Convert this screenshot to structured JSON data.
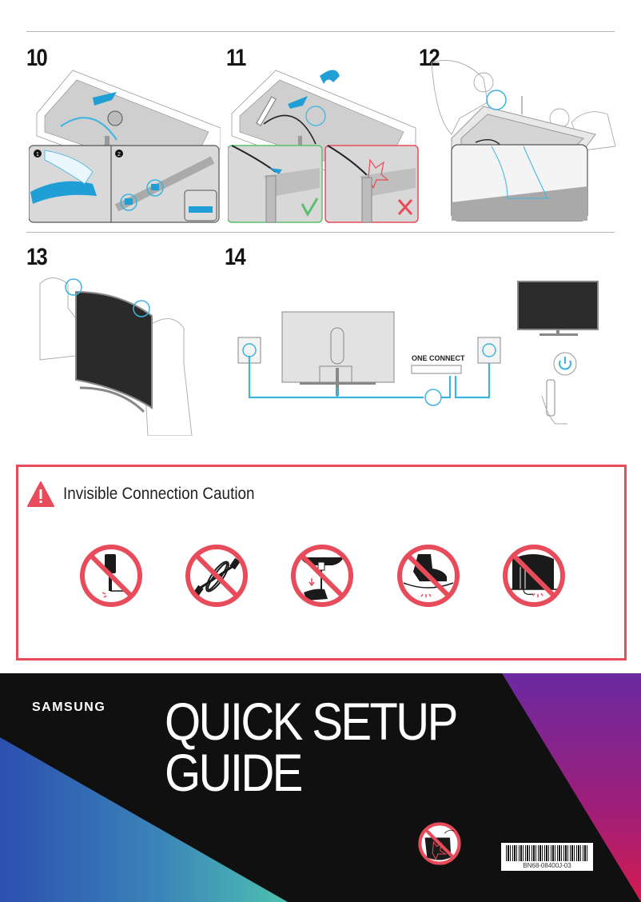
{
  "steps": [
    {
      "number": "10",
      "insets": [
        "1",
        "2"
      ]
    },
    {
      "number": "11",
      "insets": [
        "correct",
        "incorrect"
      ]
    },
    {
      "number": "12"
    },
    {
      "number": "13"
    },
    {
      "number": "14",
      "label": "ONE CONNECT"
    }
  ],
  "caution": {
    "title": "Invisible Connection Caution",
    "icon": "warning-triangle-icon",
    "prohibitions": [
      {
        "icon": "no-bend-connector-icon"
      },
      {
        "icon": "no-coil-cable-icon"
      },
      {
        "icon": "no-pull-cable-icon"
      },
      {
        "icon": "no-step-on-cable-icon"
      },
      {
        "icon": "no-pinch-cable-icon"
      }
    ],
    "border_color": "#e84b5a"
  },
  "cover": {
    "brand": "SAMSUNG",
    "title_line1": "QUICK SETUP",
    "title_line2": "GUIDE",
    "barcode_text": "BN68-08400J-03",
    "warning_icon": "no-press-screen-icon"
  },
  "colors": {
    "accent_blue": "#3bb4e0",
    "warning_red": "#e84b5a",
    "correct_green": "#5bbf6e",
    "cover_black": "#101010"
  }
}
